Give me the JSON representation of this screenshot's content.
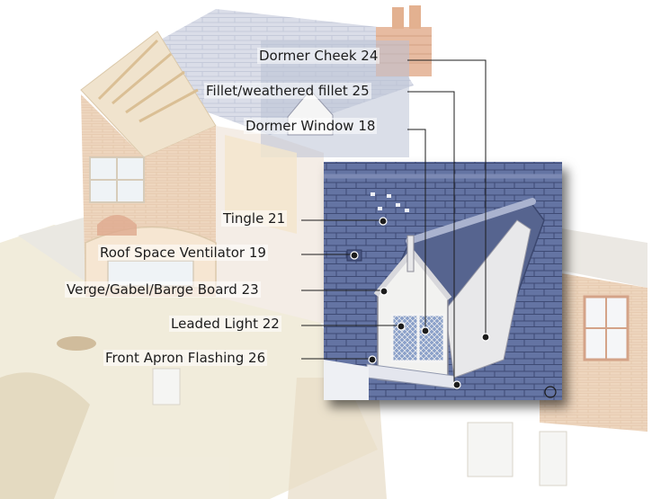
{
  "callouts": [
    {
      "id": "dormer-cheek",
      "label": "Dormer Cheek 24"
    },
    {
      "id": "fillet",
      "label": "Fillet/weathered fillet 25"
    },
    {
      "id": "dormer-window",
      "label": "Dormer Window 18"
    },
    {
      "id": "tingle",
      "label": "Tingle 21"
    },
    {
      "id": "roof-space-ventilator",
      "label": "Roof Space Ventilator 19"
    },
    {
      "id": "verge-board",
      "label": "Verge/Gabel/Barge Board 23"
    },
    {
      "id": "leaded-light",
      "label": "Leaded Light 22"
    },
    {
      "id": "front-apron-flashing",
      "label": "Front Apron Flashing 26"
    }
  ],
  "colors": {
    "slate": "#5f6e9c",
    "slate_dark": "#3f4c78",
    "brick": "#c98f63",
    "leader": "#1c1c1c"
  }
}
